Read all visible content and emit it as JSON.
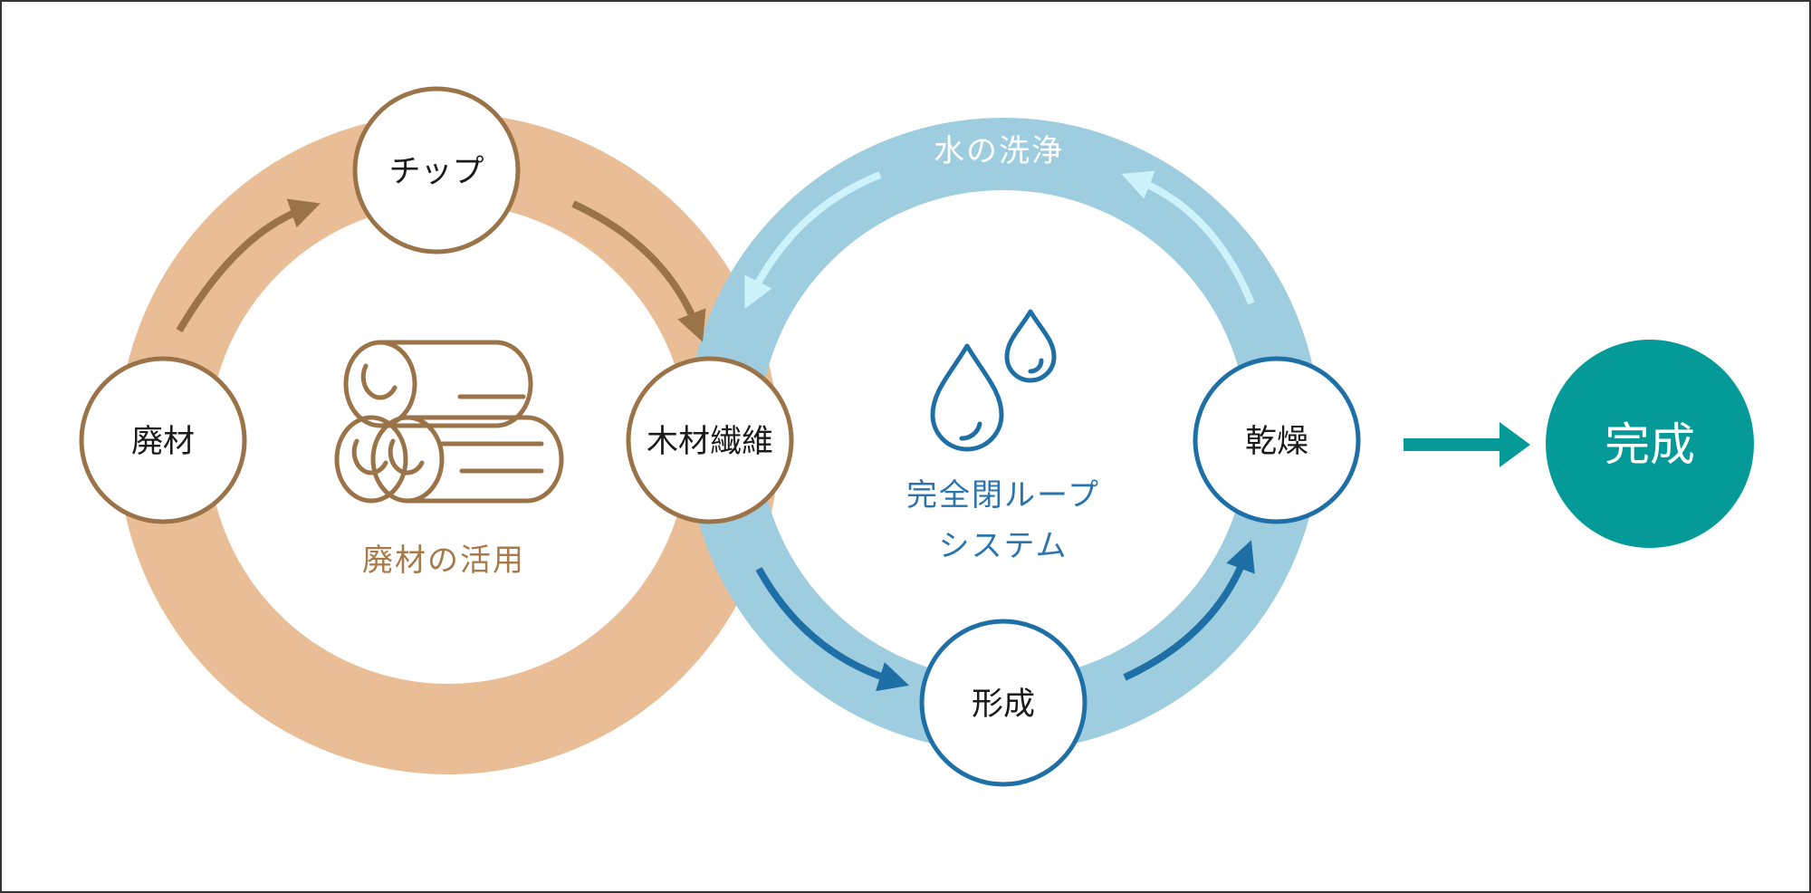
{
  "colors": {
    "wood_ring": "#e9be96",
    "wood_dark": "#9b7349",
    "wood_text": "#a67a4a",
    "water_ring": "#9ecde0",
    "water_node": "#1f6fa7",
    "water_text": "#2a73ad",
    "water_light_arrow": "#ccf2fb",
    "final": "#049a98",
    "border": "#333333"
  },
  "wood_loop": {
    "caption": "廃材の活用",
    "icon": "stacked-logs-icon",
    "nodes": {
      "waste": "廃材",
      "chip": "チップ",
      "fiber": "木材繊維"
    }
  },
  "water_loop": {
    "top_label": "水の洗浄",
    "caption_line1": "完全閉ループ",
    "caption_line2": "システム",
    "icon": "water-drops-icon",
    "nodes": {
      "forming": "形成",
      "drying": "乾燥"
    }
  },
  "final": {
    "label": "完成"
  }
}
